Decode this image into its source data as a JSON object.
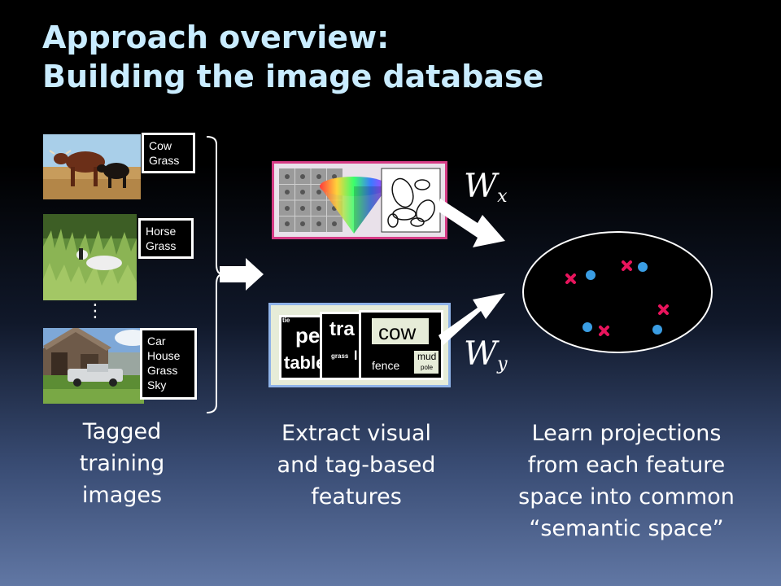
{
  "title": {
    "line1": "Approach overview:",
    "line2": "Building the image database"
  },
  "training_images": {
    "tags": [
      [
        "Cow",
        "Grass"
      ],
      [
        "Horse",
        "Grass"
      ],
      [
        "Car",
        "House",
        "Grass",
        "Sky"
      ]
    ],
    "ellipsis": "⋮",
    "caption": [
      "Tagged",
      "training",
      "images"
    ]
  },
  "features": {
    "tag_words": [
      "tie",
      "pe",
      "table",
      "tra",
      "grass",
      "l",
      "cow",
      "fence",
      "mud",
      "pole"
    ],
    "caption": [
      "Extract visual",
      "and tag-based",
      "features"
    ]
  },
  "projections": {
    "wx_base": "W",
    "wx_sub": "x",
    "wy_base": "W",
    "wy_sub": "y",
    "caption": [
      "Learn projections",
      "from each feature",
      "space into common",
      "“semantic space”"
    ]
  },
  "colors": {
    "title": "#c9ecff",
    "visual_border": "#d63c86",
    "tag_border": "#8fb3e8",
    "dot": "#3a9de3",
    "cross": "#e8145c"
  }
}
